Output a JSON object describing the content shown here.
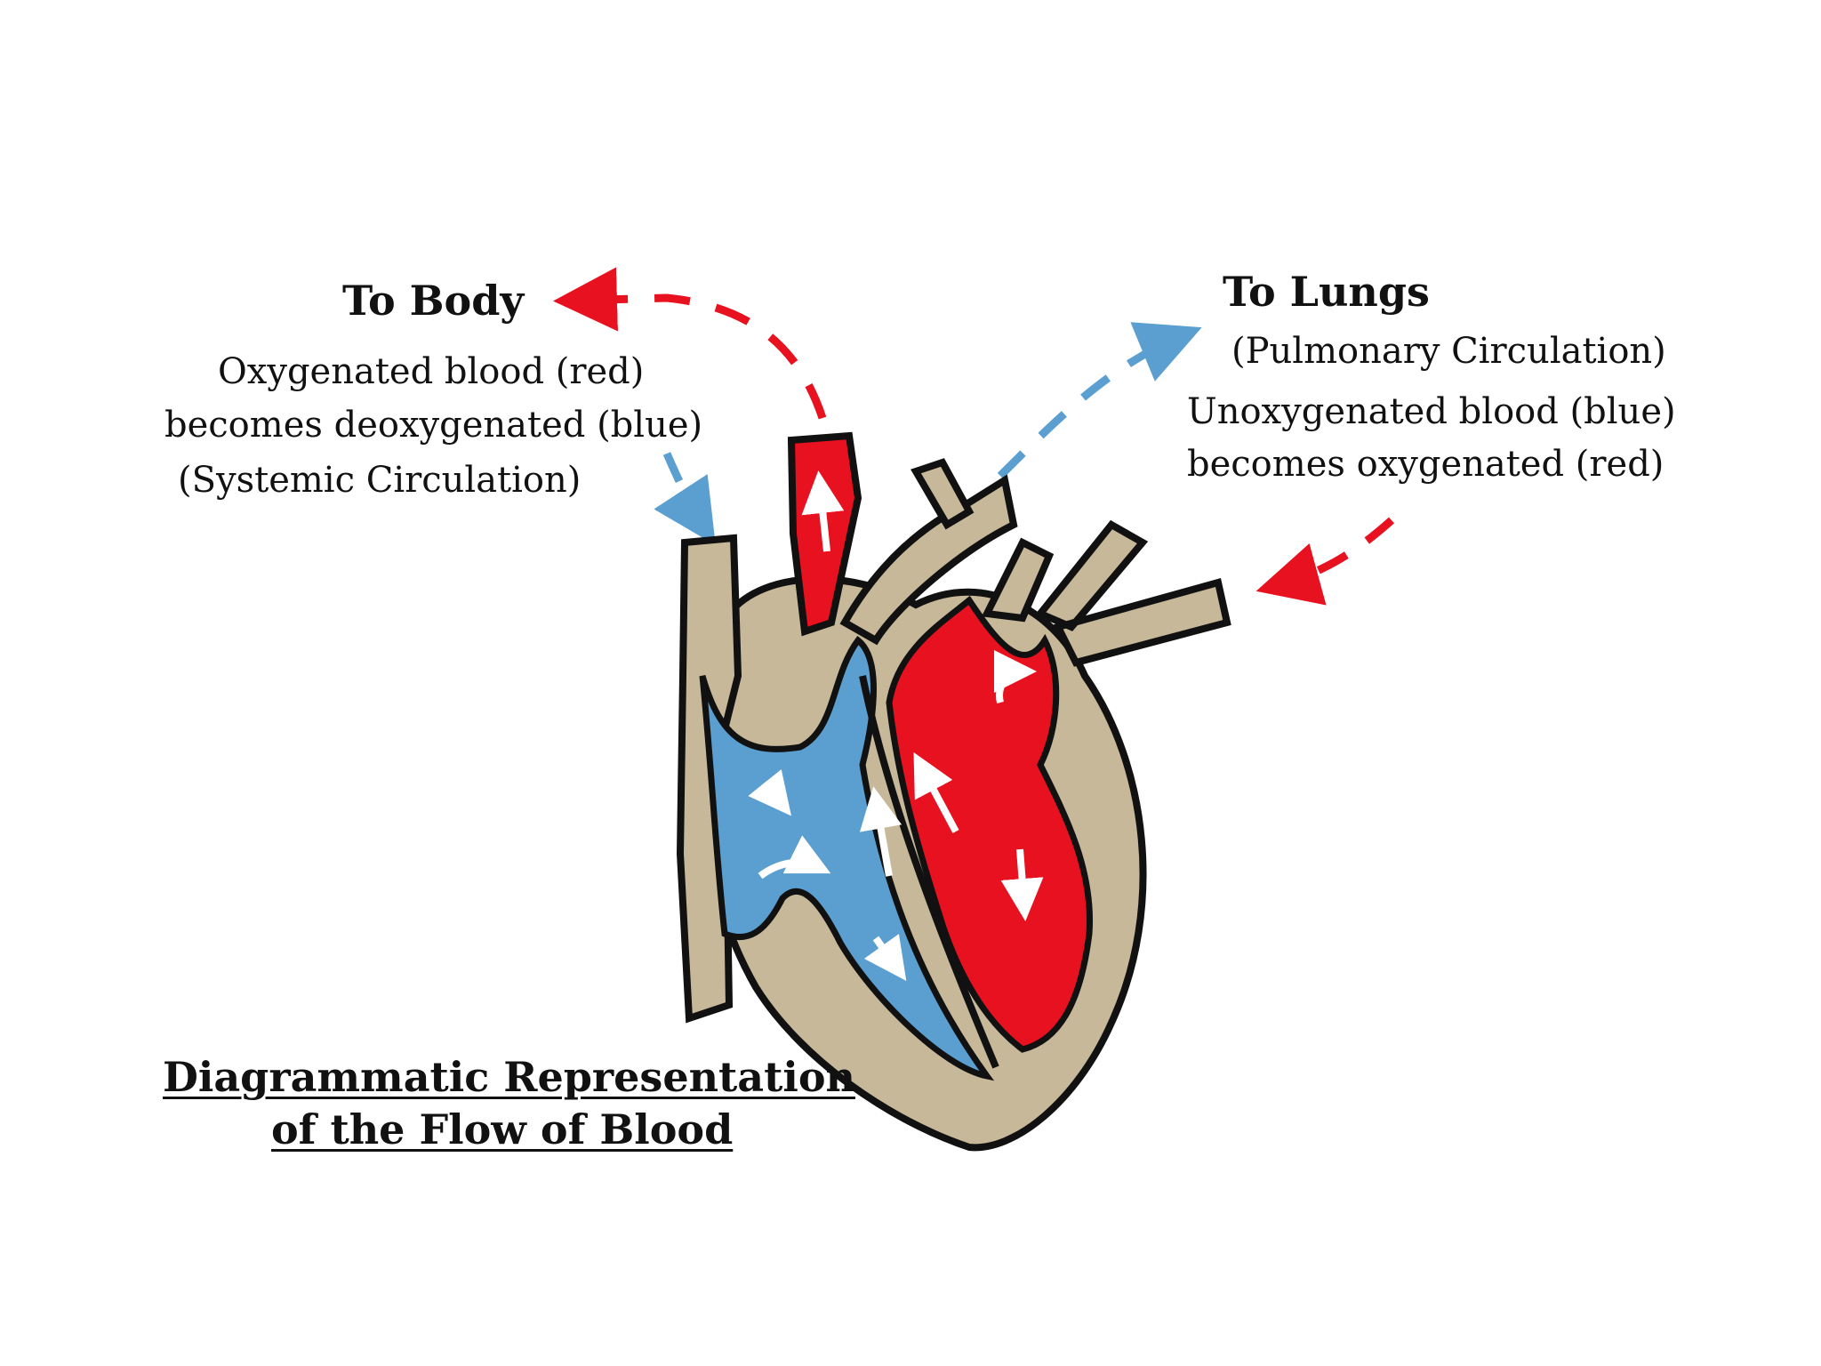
{
  "to_body": {
    "heading": "To Body",
    "line1": "Oxygenated blood (red)",
    "line2": "becomes deoxygenated (blue)",
    "line3": "(Systemic Circulation)"
  },
  "to_lungs": {
    "heading": "To Lungs",
    "line1": "(Pulmonary Circulation)",
    "line2": "Unoxygenated blood (blue)",
    "line3": "becomes oxygenated (red)"
  },
  "caption": {
    "line1": "Diagrammatic Representation",
    "line2": "of the Flow of Blood"
  },
  "colors": {
    "oxygenated": "#e8111f",
    "deoxygenated": "#5a9fd0",
    "vessel_wall": "#c7b89a",
    "outline": "#111111"
  }
}
